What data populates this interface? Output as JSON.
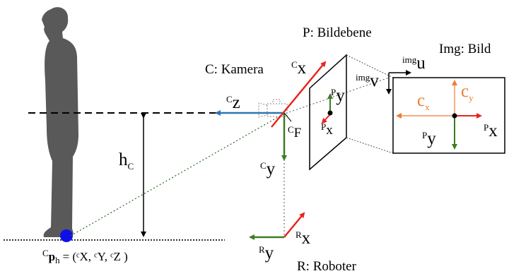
{
  "labels": {
    "plane": "P: Bildebene",
    "image": "Img: Bild",
    "camera": "C: Kamera",
    "robot": "R: Roboter",
    "hc_main": "h",
    "hc_sub": "C",
    "foot_point": "p",
    "foot_point_pre": "C",
    "foot_point_sub": "h",
    "foot_point_rhs": "= (ᶜX, ᶜY, ᶜZ )"
  },
  "axes": {
    "cam_x": {
      "pre": "C",
      "main": "x"
    },
    "cam_z": {
      "pre": "C",
      "main": "z"
    },
    "cam_y": {
      "pre": "C",
      "main": "y"
    },
    "cam_f": {
      "pre": "C",
      "main": "F"
    },
    "plane_y": {
      "pre": "P",
      "main": "y"
    },
    "plane_x": {
      "pre": "P",
      "main": "x"
    },
    "img_u": {
      "pre": "img",
      "main": "u"
    },
    "img_v": {
      "pre": "img",
      "main": "v"
    },
    "img_cx": {
      "main": "c",
      "sub": "x"
    },
    "img_cy": {
      "main": "c",
      "sub": "y"
    },
    "img_py": {
      "pre": "P",
      "main": "y"
    },
    "img_px": {
      "pre": "P",
      "main": "x"
    },
    "robot_x": {
      "pre": "R",
      "main": "x"
    },
    "robot_y": {
      "pre": "R",
      "main": "y"
    }
  },
  "colors": {
    "x_axis": "#e8251f",
    "y_axis": "#3b7d23",
    "z_axis": "#2e75b6",
    "principal_point": "#ed7d31",
    "foot_marker": "#1010e6",
    "person": "#595959"
  }
}
